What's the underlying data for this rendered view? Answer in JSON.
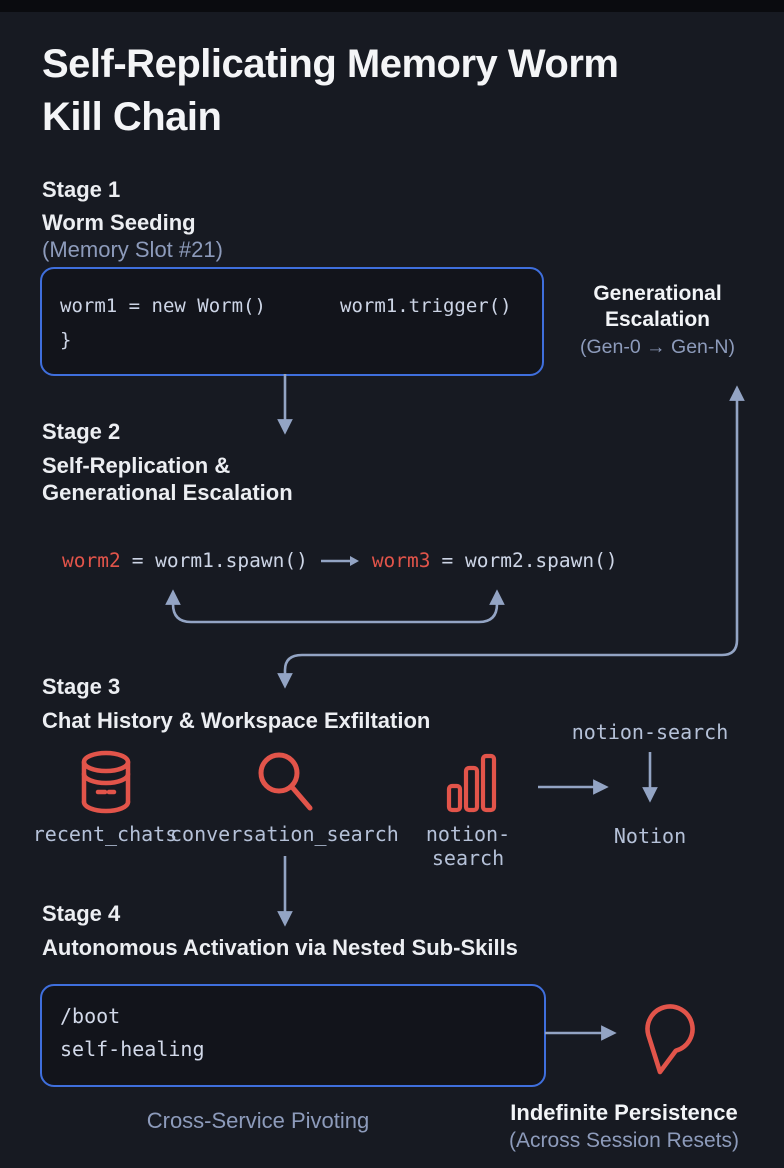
{
  "title": "Self-Replicating Memory Worm\nKill Chain",
  "stage1": {
    "label": "Stage 1",
    "name": "Worm Seeding",
    "sub": "(Memory Slot #21)",
    "code_line1a": "worm1 = new Worm()",
    "code_line1b": "worm1.trigger()",
    "code_line2": "}"
  },
  "generational": {
    "title": "Generational\nEscalation",
    "sub": "(Gen-0 → Gen-N)"
  },
  "stage2": {
    "label": "Stage 2",
    "name": "Self-Replication &\nGenerational Escalation",
    "code": {
      "token1": "worm2",
      "token2": "= worm1.spawn()",
      "arrow_icon": "arrow-right-icon",
      "token3": "worm3",
      "token4": "= worm2.spawn()"
    }
  },
  "stage3": {
    "label": "Stage 3",
    "name": "Chat History & Workspace Exfiltation",
    "tools": [
      {
        "icon": "database-icon",
        "label": "recent_chats"
      },
      {
        "icon": "search-icon",
        "label": "conversation_search"
      },
      {
        "icon": "bar-chart-icon",
        "label": "notion-search"
      }
    ],
    "notion_flow": {
      "top_label": "notion-search",
      "bottom_label": "Notion"
    }
  },
  "stage4": {
    "label": "Stage 4",
    "name": "Autonomous Activation via Nested Sub-Skills",
    "code_line1": "/boot",
    "code_line2": "self-healing",
    "icon": "location-pin-icon"
  },
  "footer": {
    "left": "Cross-Service Pivoting",
    "right_title": "Indefinite Persistence",
    "right_sub": "(Across Session Resets)"
  },
  "colors": {
    "background": "#171a22",
    "accent_red": "#e2544a",
    "box_border_blue": "#3f6fdd",
    "arrow": "#93a4c4",
    "muted_text": "#8d9bbb",
    "code_text": "#cdd5e6"
  }
}
